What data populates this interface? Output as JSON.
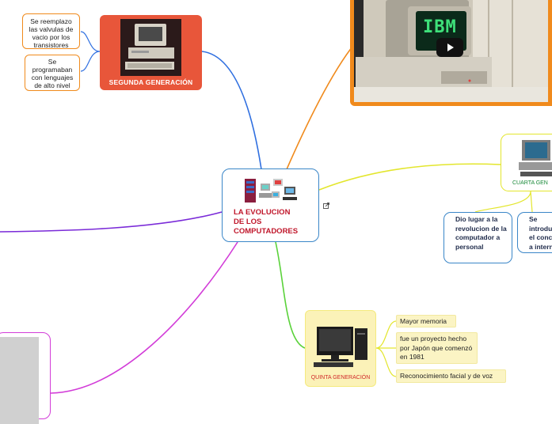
{
  "center": {
    "title": "LA EVOLUCION\nDE LOS\nCOMPUTADORES",
    "icon": "computers-clipart-icon",
    "link_icon": "external-link-icon"
  },
  "segunda": {
    "label": "SEGUNDA GENERACIÓN",
    "notes": [
      "Se reemplazo las valvulas de vacio por los transistores",
      "Se programaban con lenguajes de alto nivel"
    ]
  },
  "video": {
    "brand": "IBM",
    "play_icon": "play-icon"
  },
  "cuarta": {
    "label": "CUARTA GEN",
    "notes": [
      "Dio lugar a la revolucion de la computador a personal",
      "Se introdu el conce a intern"
    ]
  },
  "quinta": {
    "label": "QUINTA GENERACIÓN",
    "notes": [
      "Mayor memoria",
      "fue un proyecto hecho por Japón que comenzó en 1981",
      "Reconocimiento facial y de voz"
    ]
  },
  "colors": {
    "blue": "#3a86c8",
    "orange": "#f08a1c",
    "yellow": "#e3e62d",
    "green": "#5ad23a",
    "purple": "#7a2ad8",
    "pink": "#d23cd8",
    "red_title": "#c0172b"
  }
}
